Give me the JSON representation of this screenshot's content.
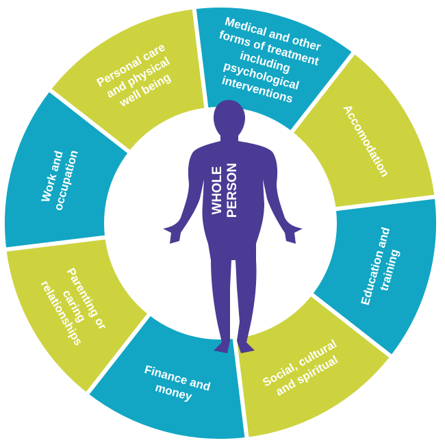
{
  "colors": {
    "lime": "#cdd33e",
    "teal": "#12a6c4",
    "figure": "#4b3b94",
    "background": "#ffffff"
  },
  "center": {
    "figure_icon": "human-figure-icon",
    "label_lines": [
      "WHOLE",
      "PERSON"
    ]
  },
  "segments": [
    {
      "id": "medical",
      "label_lines": [
        "Medical and other",
        "forms of treatment",
        "including",
        "psychological",
        "interventions"
      ],
      "color": "#12a6c4"
    },
    {
      "id": "accomodation",
      "label_lines": [
        "Accomodation"
      ],
      "color": "#cdd33e"
    },
    {
      "id": "education",
      "label_lines": [
        "Education and",
        "training"
      ],
      "color": "#12a6c4"
    },
    {
      "id": "social",
      "label_lines": [
        "Social, cultural",
        "and spiritual"
      ],
      "color": "#cdd33e"
    },
    {
      "id": "finance",
      "label_lines": [
        "Finance and",
        "money"
      ],
      "color": "#12a6c4"
    },
    {
      "id": "parenting",
      "label_lines": [
        "Parenting or",
        "caring",
        "relationships"
      ],
      "color": "#cdd33e"
    },
    {
      "id": "work",
      "label_lines": [
        "Work and",
        "occupation"
      ],
      "color": "#12a6c4"
    },
    {
      "id": "personal-care",
      "label_lines": [
        "Personal care",
        "and physical",
        "well being"
      ],
      "color": "#cdd33e"
    }
  ]
}
